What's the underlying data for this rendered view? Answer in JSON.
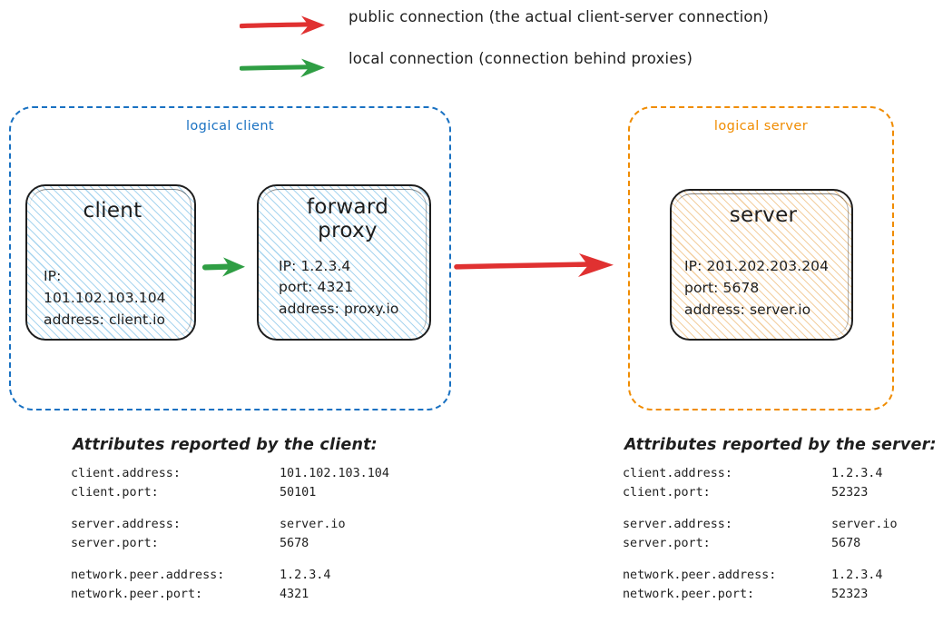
{
  "legend": {
    "items": [
      {
        "icon": "red-arrow-icon",
        "color": "#e03131",
        "label": "public connection (the actual client-server connection)"
      },
      {
        "icon": "green-arrow-icon",
        "color": "#2f9e44",
        "label": "local connection (connection behind proxies)"
      }
    ]
  },
  "groups": {
    "client": {
      "label": "logical client",
      "color": "#1971c2"
    },
    "server": {
      "label": "logical server",
      "color": "#f08c00"
    }
  },
  "nodes": {
    "client": {
      "title": "client",
      "lines": [
        "IP: 101.102.103.104",
        "address: client.io"
      ]
    },
    "proxy": {
      "title": "forward proxy",
      "lines": [
        "IP: 1.2.3.4",
        "port: 4321",
        "address: proxy.io"
      ]
    },
    "server": {
      "title": "server",
      "lines": [
        "IP: 201.202.203.204",
        "port: 5678",
        "address: server.io"
      ]
    }
  },
  "connectors": {
    "local": {
      "name": "local-connection-arrow",
      "color": "#2f9e44",
      "from": "client",
      "to": "forward proxy"
    },
    "public": {
      "name": "public-connection-arrow",
      "color": "#e03131",
      "from": "forward proxy",
      "to": "server"
    }
  },
  "attributes": {
    "client": {
      "title": "Attributes reported by the client:",
      "rows": [
        {
          "key": "client.address:",
          "value": "101.102.103.104"
        },
        {
          "key": "client.port:",
          "value": "50101"
        },
        {
          "key": "server.address:",
          "value": "server.io"
        },
        {
          "key": "server.port:",
          "value": "5678"
        },
        {
          "key": "network.peer.address:",
          "value": "1.2.3.4"
        },
        {
          "key": "network.peer.port:",
          "value": "4321"
        }
      ]
    },
    "server": {
      "title": "Attributes reported by the server:",
      "rows": [
        {
          "key": "client.address:",
          "value": "1.2.3.4"
        },
        {
          "key": "client.port:",
          "value": "52323"
        },
        {
          "key": "server.address:",
          "value": "server.io"
        },
        {
          "key": "server.port:",
          "value": "5678"
        },
        {
          "key": "network.peer.address:",
          "value": "1.2.3.4"
        },
        {
          "key": "network.peer.port:",
          "value": "52323"
        }
      ]
    }
  }
}
